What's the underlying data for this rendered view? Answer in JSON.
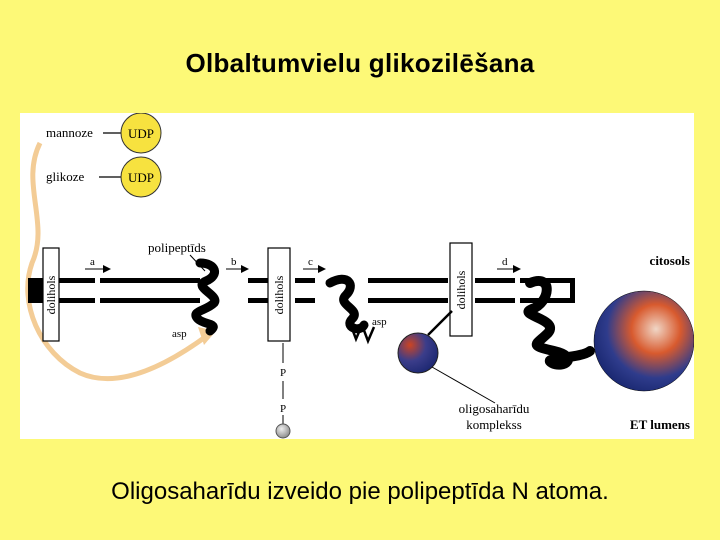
{
  "title": "Olbaltumvielu  glikozilēšana",
  "caption": "Oligosaharīdu izveido pie polipeptīda N atoma.",
  "diagram": {
    "sugars": [
      {
        "name": "mannoze",
        "carrier": "UDP"
      },
      {
        "name": "glikoze",
        "carrier": "UDP"
      }
    ],
    "lipid_label": "dolihols",
    "polypeptide_label": "polipeptīds",
    "asp_label": "asp",
    "steps": [
      "a",
      "b",
      "c",
      "d"
    ],
    "phosphate_label": "P",
    "oligo_label_line1": "oligosaharīdu",
    "oligo_label_line2": "komplekss",
    "cytosol_label": "citosols",
    "er_lumen_label": "ET lumens",
    "colors": {
      "background": "#fdf977",
      "sugar_circle": "#f7e23f",
      "arrow_path": "#f3cc96",
      "complex_dark": "#1e2f7c",
      "complex_warm": "#c9451f"
    }
  }
}
